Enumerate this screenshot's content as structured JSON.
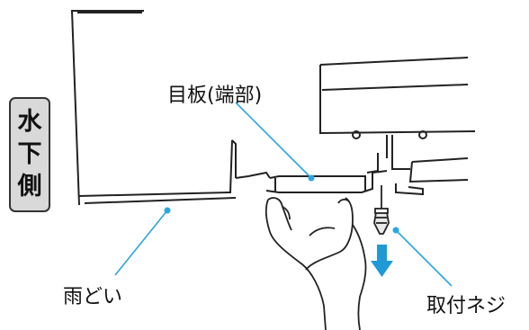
{
  "side_label": [
    "水",
    "下",
    "側"
  ],
  "labels": {
    "face_plate_end": "目板(端部)",
    "gutter": "雨どい",
    "mounting_screw": "取付ネジ"
  },
  "colors": {
    "leader_line": "#2aa7e0",
    "arrow": "#1f9ad6",
    "badge_fill": "#d9d9d9",
    "line": "#222222"
  }
}
